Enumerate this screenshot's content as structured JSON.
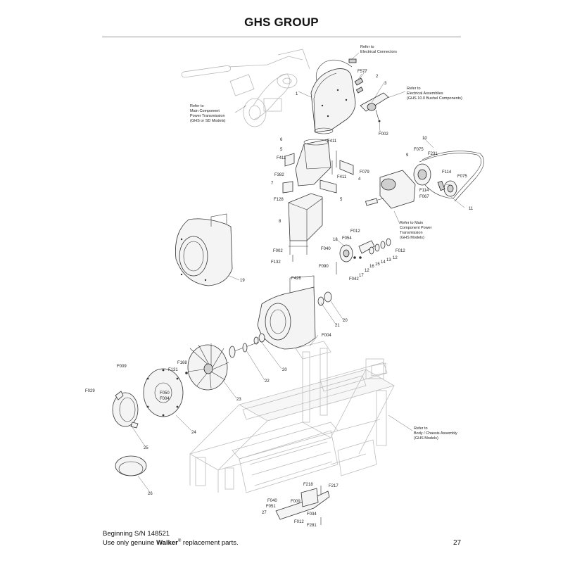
{
  "title": "GHS GROUP",
  "callouts": {
    "c1": "1",
    "c2": "2",
    "c3": "3",
    "c4": "4",
    "c5a": "5",
    "c5b": "5",
    "c6": "6",
    "c7": "7",
    "c8": "8",
    "c9": "9",
    "c10": "10",
    "c11": "11",
    "c12a": "12",
    "c12b": "12",
    "c13": "13",
    "c14": "14",
    "c15": "15",
    "c16": "16",
    "c17": "17",
    "c18": "18",
    "c19": "19",
    "c20a": "20",
    "c20b": "20",
    "c21": "21",
    "c22": "22",
    "c23": "23",
    "c24": "24",
    "c25": "25",
    "c26": "26",
    "c27": "27",
    "f577": "F577",
    "f002a": "F002",
    "f411a": "F411",
    "f411b": "F411",
    "f411c": "F411",
    "f079": "F079",
    "f382": "F382",
    "f075a": "F075",
    "f231": "F231",
    "f114a": "F114",
    "f075b": "F075",
    "f114b": "F114",
    "f067": "F067",
    "f128": "F128",
    "f012a": "F012",
    "f054": "F054",
    "f040a": "F040",
    "f012b": "F012",
    "f002b": "F002",
    "f132": "F132",
    "f090": "F090",
    "f042": "F042",
    "f426": "F426",
    "f004a": "F004",
    "f009a": "F009",
    "f168": "F168",
    "f131": "F131",
    "f050": "F050",
    "f004b": "F004",
    "f029": "F029",
    "f218": "F218",
    "f217": "F217",
    "f040b": "F040",
    "f009b": "F009",
    "f051": "F051",
    "f034": "F034",
    "f012c": "F012",
    "f281": "F281"
  },
  "references": {
    "electrical_connectors": [
      "Refer to",
      "Electrical Connectors"
    ],
    "electrical_assemblies": [
      "Refer to",
      "Electrical Assemblies",
      "(GHS 10.0 Bushel Components)"
    ],
    "main_power_top": [
      "Refer to",
      "Main Component",
      "Power Transmission",
      "(GHS or SD Models)"
    ],
    "main_power_mid": [
      "Refer to Main",
      "Component Power",
      "Transmission",
      "(GHS Models)"
    ],
    "body_chassis": [
      "Refer to",
      "Body / Chassis Assembly",
      "(GHS Models)"
    ]
  },
  "footer": {
    "serial": "Beginning S/N 148521",
    "note_prefix": "Use only genuine ",
    "brand": "Walker",
    "reg": "®",
    "note_suffix": " replacement parts.",
    "page_number": "27"
  }
}
